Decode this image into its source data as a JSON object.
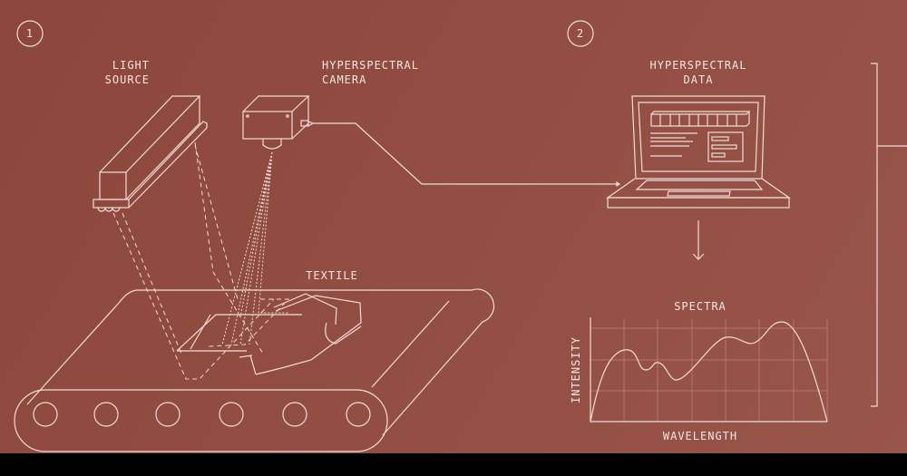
{
  "steps": [
    "1",
    "2"
  ],
  "labels": {
    "light_source": [
      "LIGHT",
      "SOURCE"
    ],
    "camera": [
      "HYPERSPECTRAL",
      "CAMERA"
    ],
    "data": [
      "HYPERSPECTRAL",
      "DATA"
    ],
    "textile": "TEXTILE",
    "spectra": "SPECTRA",
    "intensity": "INTENSITY",
    "wavelength": "WAVELENGTH"
  },
  "colors": {
    "background": "#934e43",
    "line": "#f0ddd6"
  }
}
